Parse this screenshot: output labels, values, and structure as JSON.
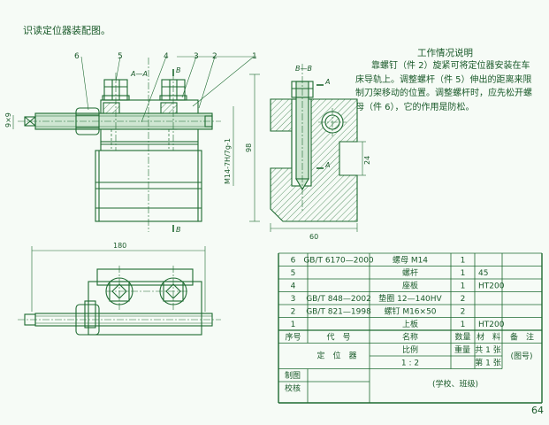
{
  "task": "识读定位器装配图。",
  "notes": {
    "title": "工作情况说明",
    "lines": [
      "靠螺钉（件 2）旋紧可将定位器安装在车",
      "床导轨上。调整螺杆（件 5）伸出的距离来限",
      "制刀架移动的位置。调整螺杆时，应先松开螺",
      "母（件 6），它的作用是防松。"
    ]
  },
  "front_view": {
    "part_labels": [
      "6",
      "5",
      "4",
      "3",
      "2",
      "1"
    ],
    "section_marks": [
      "A—A",
      "B",
      "B"
    ],
    "dims": [
      "9×9",
      "M14-7H/7g-1",
      "98"
    ]
  },
  "side_view": {
    "title": "B—B",
    "marks": [
      "A",
      "A"
    ],
    "dims": [
      "24",
      "60"
    ]
  },
  "top_view": {
    "dims": [
      "180"
    ]
  },
  "bom": {
    "rows": [
      {
        "no": "6",
        "code": "GB/T 6170—2000",
        "name": "螺母 M14",
        "qty": "1",
        "material": "",
        "note": ""
      },
      {
        "no": "5",
        "code": "",
        "name": "螺杆",
        "qty": "1",
        "material": "45",
        "note": ""
      },
      {
        "no": "4",
        "code": "",
        "name": "座板",
        "qty": "1",
        "material": "HT200",
        "note": ""
      },
      {
        "no": "3",
        "code": "GB/T 848—2002",
        "name": "垫圈 12—140HV",
        "qty": "2",
        "material": "",
        "note": ""
      },
      {
        "no": "2",
        "code": "GB/T 821—1998",
        "name": "螺钉 M16×50",
        "qty": "2",
        "material": "",
        "note": ""
      },
      {
        "no": "1",
        "code": "",
        "name": "上板",
        "qty": "1",
        "material": "HT200",
        "note": ""
      }
    ],
    "headers": {
      "no": "序号",
      "code": "代　号",
      "name": "名称",
      "qty": "数量",
      "material": "材　料",
      "note": "备　注"
    },
    "title_block": {
      "assembly_name": "定　位　器",
      "scale_label": "比例",
      "scale_value": "1 : 2",
      "weight_label": "重量",
      "sheet_total": "共 1 张",
      "sheet_no": "第 1 张",
      "drawing_no": "(图号)",
      "drawn_by": "制图",
      "checked_by": "校核",
      "school": "(学校、班级)"
    }
  },
  "page_number": "64"
}
